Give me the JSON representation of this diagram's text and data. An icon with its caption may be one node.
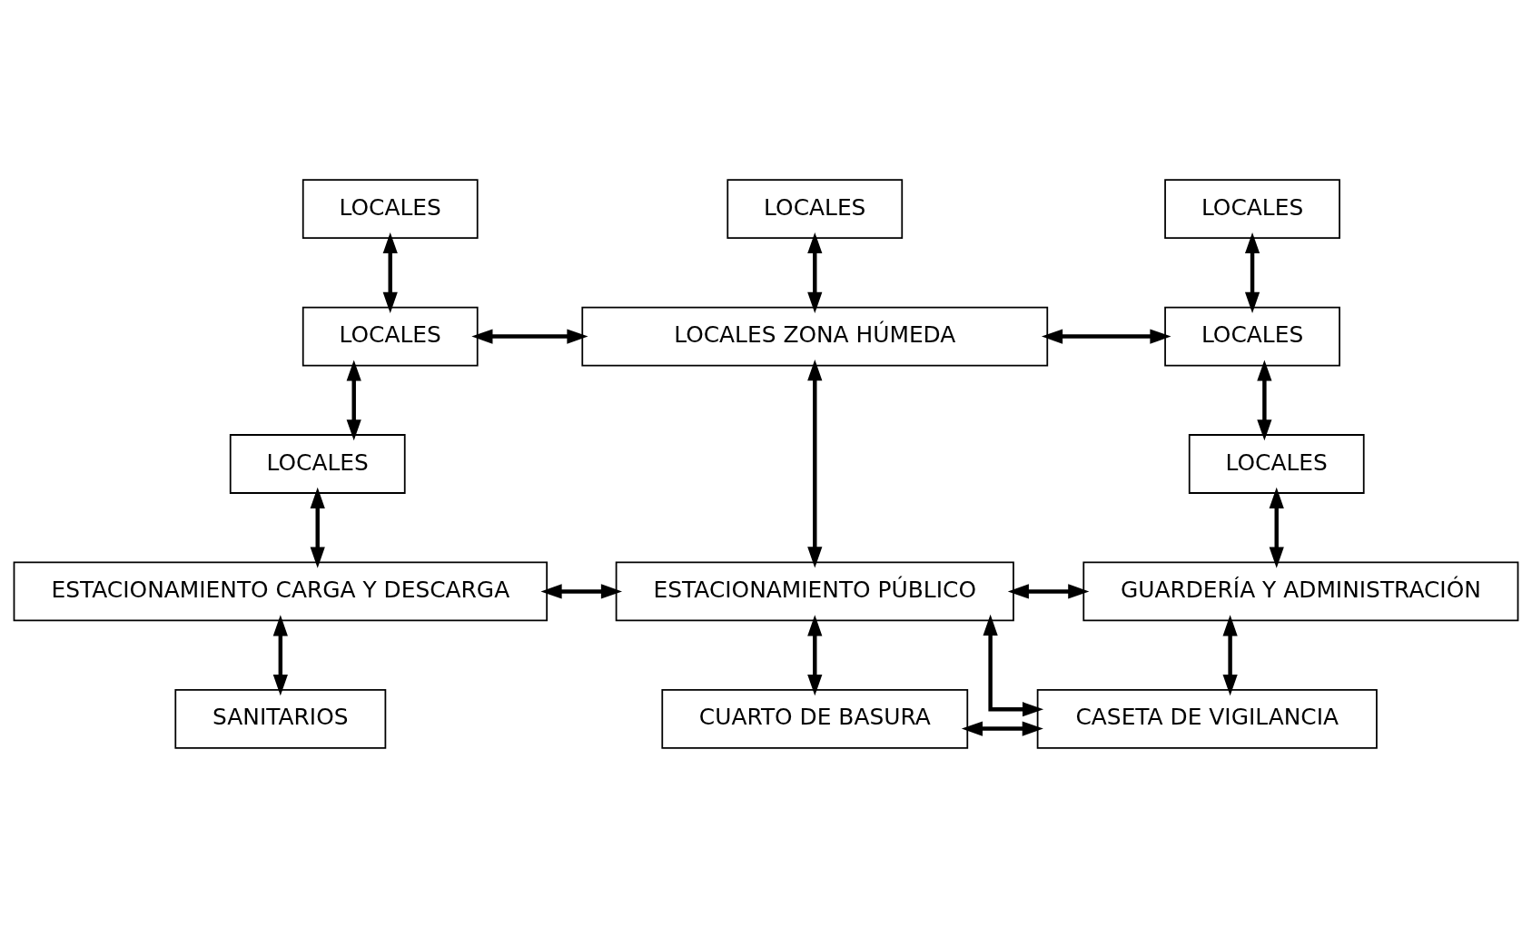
{
  "diagram": {
    "nodes": [
      {
        "text": [
          "LOCALES"
        ]
      },
      {
        "text": [
          "LOCALES"
        ]
      },
      {
        "text": [
          "LOCALES"
        ]
      },
      {
        "text": [
          "ESTACIONAMIENTO CARGA Y DESCARGA"
        ]
      },
      {
        "text": [
          "SANITARIOS"
        ]
      },
      {
        "text": [
          "LOCALES"
        ]
      },
      {
        "text": [
          "LOCALES ZONA HÚMEDA"
        ]
      },
      {
        "text": [
          "ESTACIONAMIENTO PÚBLICO"
        ]
      },
      {
        "text": [
          "LOCALES"
        ]
      },
      {
        "text": [
          "LOCALES"
        ]
      },
      {
        "text": [
          "LOCALES"
        ]
      },
      {
        "text": [
          "GUARDERÍA Y ADMINISTRACIÓN"
        ]
      },
      {
        "text": [
          "CUARTO DE BASURA"
        ]
      },
      {
        "text": [
          "CASETA DE VIGILANCIA"
        ]
      }
    ],
    "edges": [
      {
        "from": 0,
        "to": 1,
        "arrow": "both"
      },
      {
        "from": 1,
        "to": 2,
        "arrow": "both"
      },
      {
        "from": 2,
        "to": 3,
        "arrow": "both"
      },
      {
        "from": 3,
        "to": 4,
        "arrow": "both"
      },
      {
        "from": 5,
        "to": 6,
        "arrow": "both"
      },
      {
        "from": 1,
        "to": 6,
        "arrow": "both"
      },
      {
        "from": 6,
        "to": 9,
        "arrow": "both"
      },
      {
        "from": 6,
        "to": 7,
        "arrow": "both"
      },
      {
        "from": 8,
        "to": 9,
        "arrow": "both"
      },
      {
        "from": 9,
        "to": 10,
        "arrow": "both"
      },
      {
        "from": 10,
        "to": 11,
        "arrow": "both"
      },
      {
        "from": 3,
        "to": 7,
        "arrow": "both"
      },
      {
        "from": 7,
        "to": 11,
        "arrow": "both"
      },
      {
        "from": 7,
        "to": 12,
        "arrow": "both"
      },
      {
        "from": 7,
        "to": 13,
        "arrow": "both"
      },
      {
        "from": 11,
        "to": 13,
        "arrow": "both"
      },
      {
        "from": 12,
        "to": 13,
        "arrow": "both"
      }
    ]
  }
}
